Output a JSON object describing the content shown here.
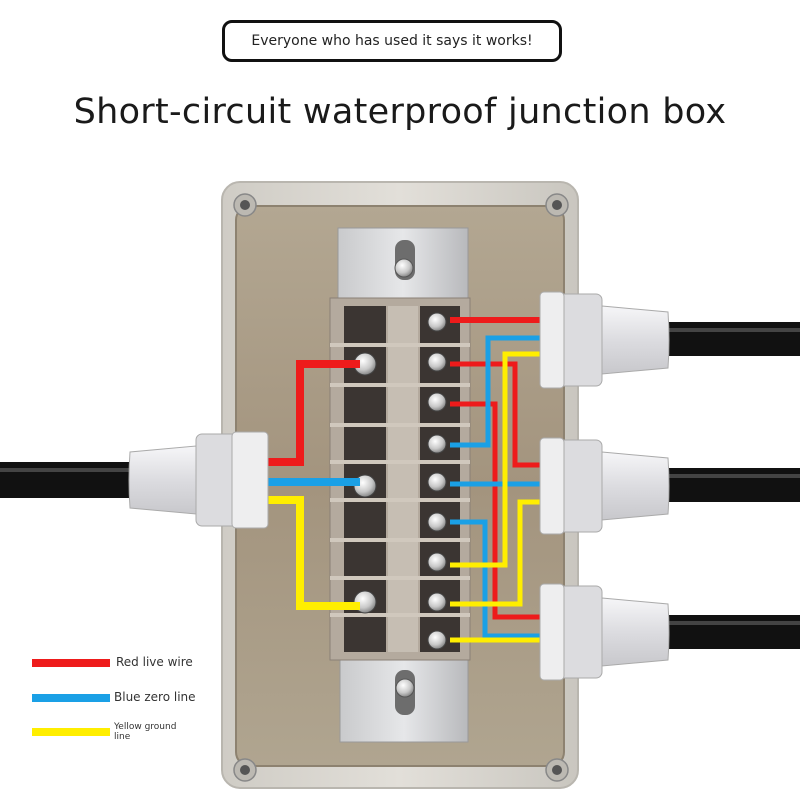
{
  "banner": {
    "text": "Everyone who has used it says it works!"
  },
  "title": "Short-circuit waterproof junction box",
  "legend": [
    {
      "label": "Red live wire",
      "color": "#ee1b1b"
    },
    {
      "label": "Blue zero line",
      "color": "#1aa0e6"
    },
    {
      "label": "Yellow ground line",
      "color": "#ffee00"
    }
  ],
  "colors": {
    "box_shell": "#d6d3cc",
    "box_inner": "#a89a86",
    "terminal_block": "#b4aa9e",
    "cable": "#111111",
    "gland": "#e8e8ea"
  },
  "icons": [
    "screw-icon",
    "cable-gland-icon",
    "mounting-hole-icon"
  ]
}
